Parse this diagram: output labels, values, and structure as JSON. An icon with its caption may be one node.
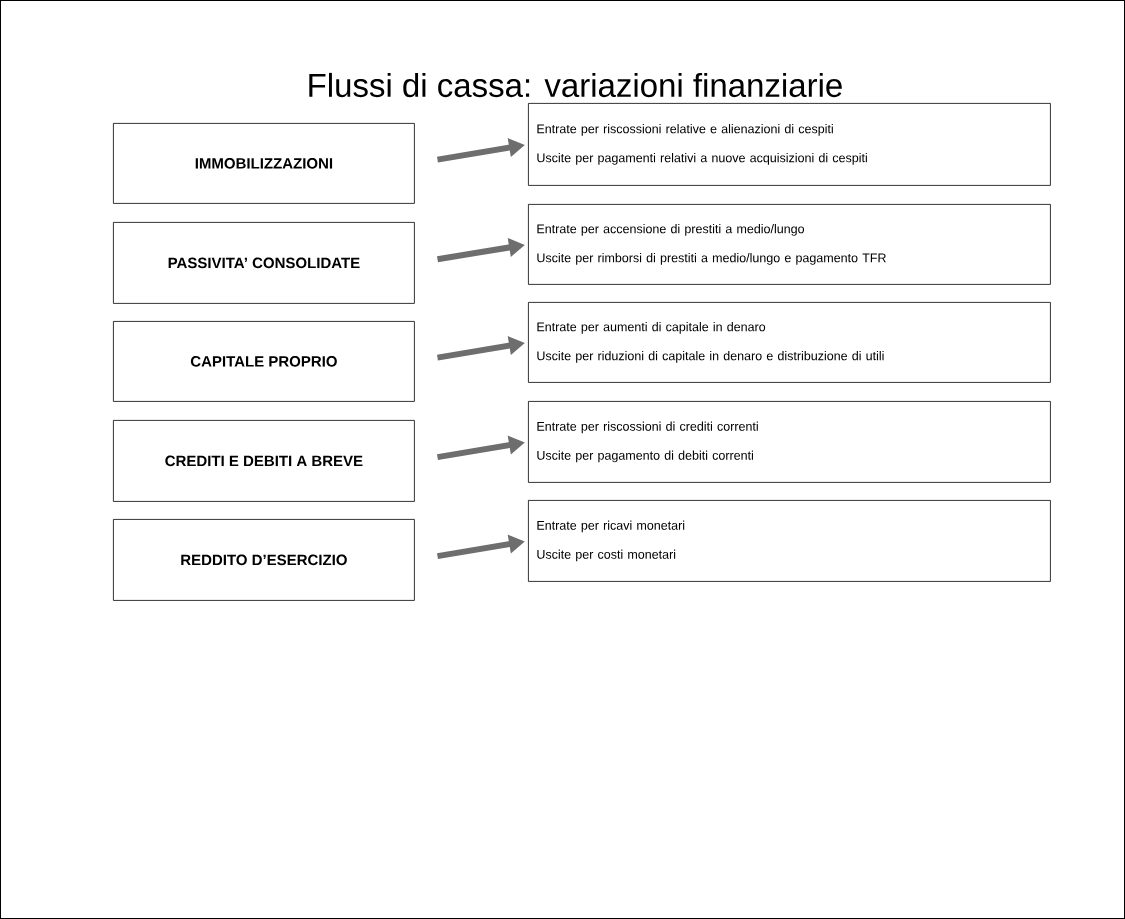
{
  "diagram": {
    "title": "Flussi di cassa: variazioni finanziarie",
    "nodes": [
      {
        "text": [
          "IMMOBILIZZAZIONI"
        ]
      },
      {
        "text": [
          "Entrate per riscossioni relative e alienazioni di cespiti",
          "Uscite per pagamenti relativi a nuove acquisizioni di cespiti"
        ]
      },
      {
        "text": [
          "PASSIVITA’ CONSOLIDATE"
        ]
      },
      {
        "text": [
          "Entrate per accensione di prestiti a medio/lungo",
          "Uscite per rimborsi di prestiti a medio/lungo e pagamento TFR"
        ]
      },
      {
        "text": [
          "CAPITALE PROPRIO"
        ]
      },
      {
        "text": [
          "Entrate per aumenti di capitale in denaro",
          "Uscite per riduzioni di capitale in denaro e distribuzione di utili"
        ]
      },
      {
        "text": [
          "CREDITI E DEBITI A BREVE"
        ]
      },
      {
        "text": [
          "Entrate per riscossioni di crediti correnti",
          "Uscite per pagamento di debiti correnti"
        ]
      },
      {
        "text": [
          "REDDITO D’ESERCIZIO"
        ]
      },
      {
        "text": [
          "Entrate per ricavi monetari",
          "Uscite per costi monetari"
        ]
      }
    ],
    "edges": [
      {
        "from": 0,
        "to": 1,
        "arrow": "to"
      },
      {
        "from": 2,
        "to": 3,
        "arrow": "to"
      },
      {
        "from": 4,
        "to": 5,
        "arrow": "to"
      },
      {
        "from": 6,
        "to": 7,
        "arrow": "to"
      },
      {
        "from": 8,
        "to": 9,
        "arrow": "to"
      }
    ]
  }
}
